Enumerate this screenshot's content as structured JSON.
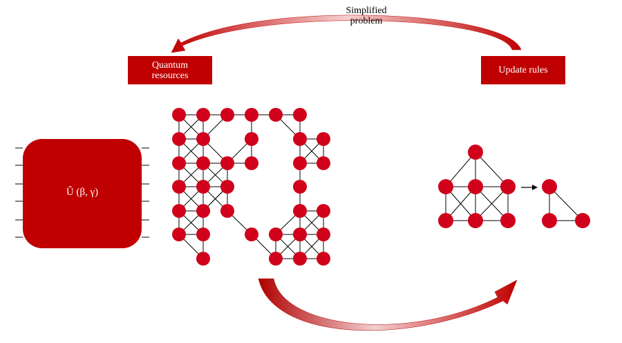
{
  "labels": {
    "simplified": "Simplified\nproblem",
    "quantum": "Quantum\nresources",
    "update": "Update rules",
    "unitary": "Û  (β,  γ)"
  },
  "colors": {
    "accent": "#c00000",
    "node": "#d0021b",
    "edge": "#000000"
  },
  "icons": {
    "arrow": "right-arrow-icon"
  }
}
